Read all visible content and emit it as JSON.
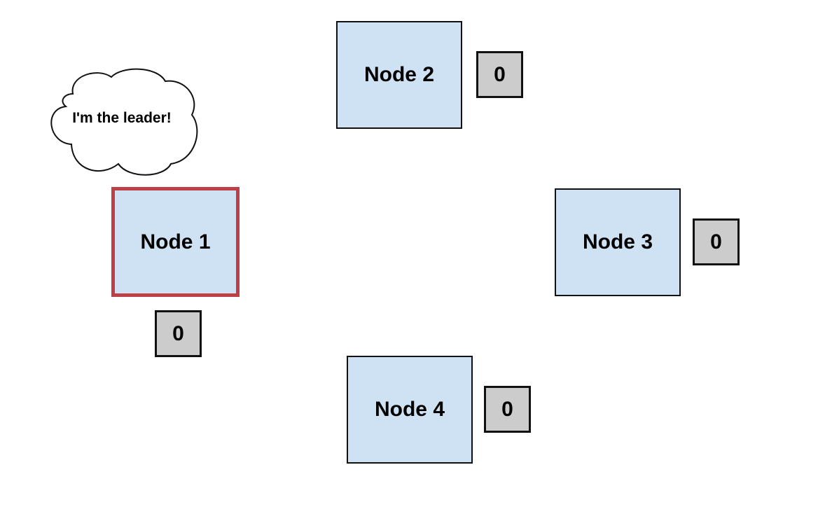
{
  "leader_bubble": {
    "text": "I'm the leader!"
  },
  "nodes": [
    {
      "label": "Node 1",
      "counter": "0",
      "is_leader": true
    },
    {
      "label": "Node 2",
      "counter": "0",
      "is_leader": false
    },
    {
      "label": "Node 3",
      "counter": "0",
      "is_leader": false
    },
    {
      "label": "Node 4",
      "counter": "0",
      "is_leader": false
    }
  ],
  "colors": {
    "node_fill": "#cfe2f3",
    "counter_fill": "#cccccc",
    "leader_border": "#be4046",
    "border": "#111111"
  }
}
